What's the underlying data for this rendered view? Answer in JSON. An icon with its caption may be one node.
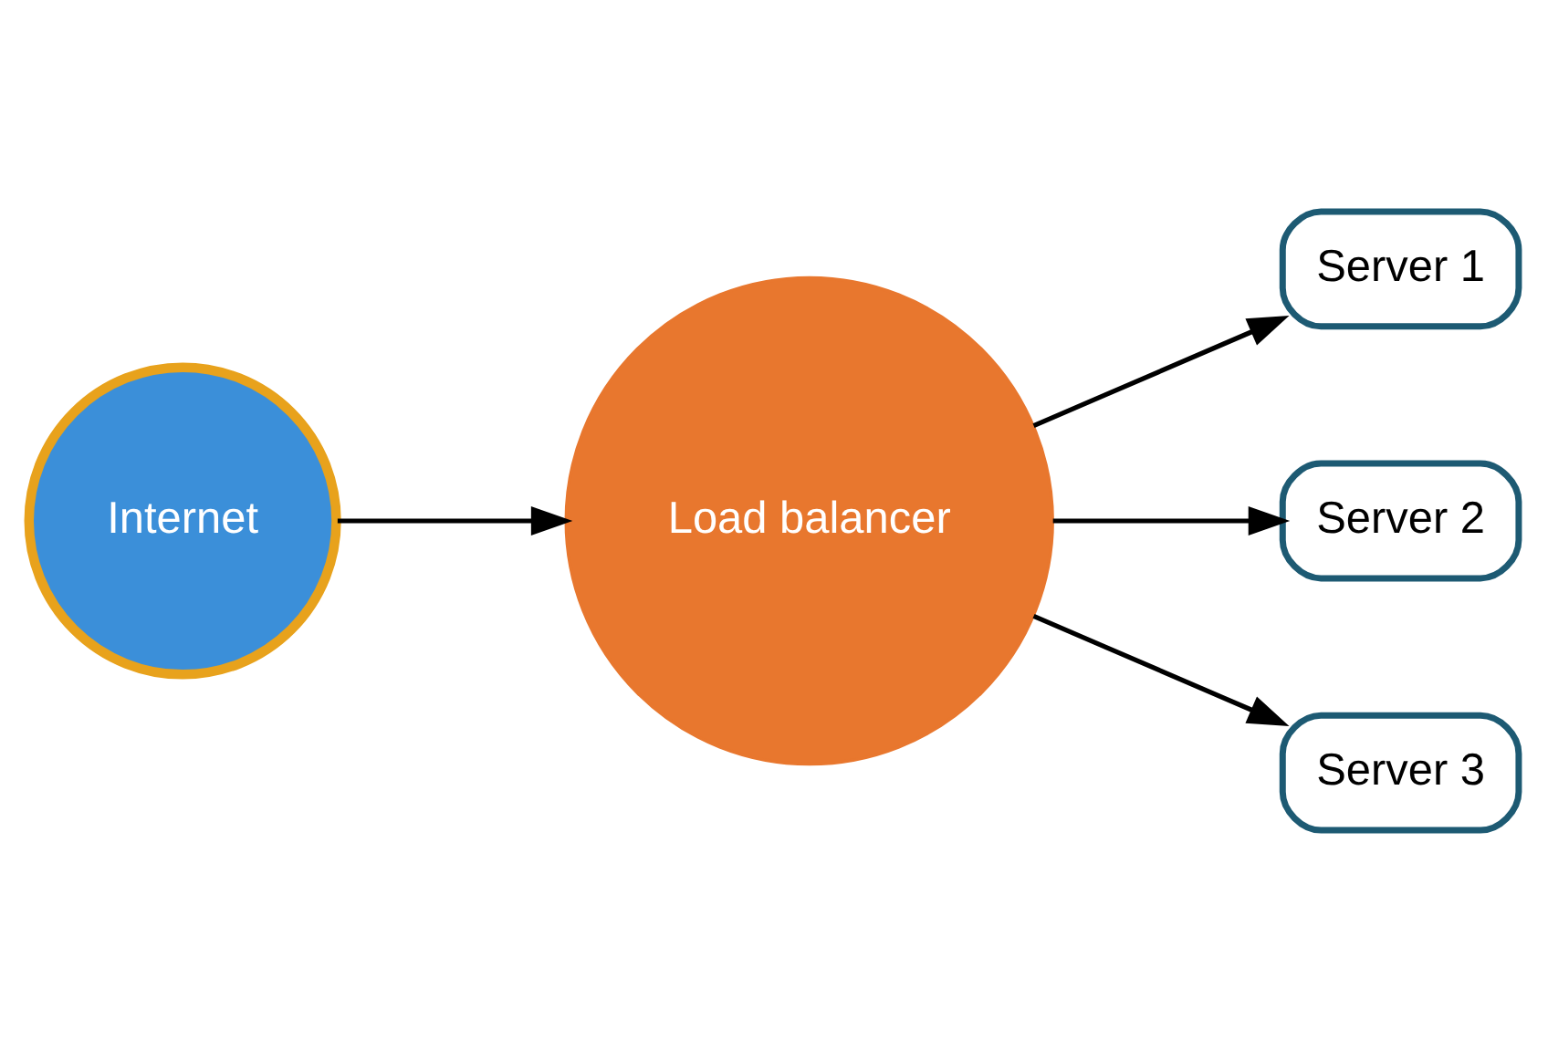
{
  "diagram": {
    "nodes": [
      {
        "text": [
          "Internet"
        ]
      },
      {
        "text": [
          "Load balancer"
        ]
      },
      {
        "text": [
          "Server 1"
        ]
      },
      {
        "text": [
          "Server 2"
        ]
      },
      {
        "text": [
          "Server 3"
        ]
      }
    ],
    "edges": [
      {
        "from": 0,
        "to": 1,
        "arrow": "to"
      },
      {
        "from": 1,
        "to": 2,
        "arrow": "to"
      },
      {
        "from": 1,
        "to": 3,
        "arrow": "to"
      },
      {
        "from": 1,
        "to": 4,
        "arrow": "to"
      }
    ]
  }
}
